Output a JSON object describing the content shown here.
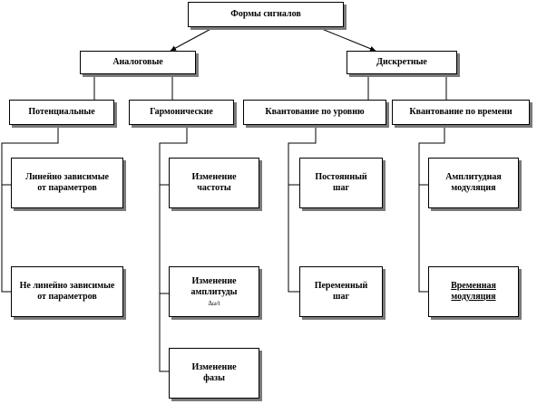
{
  "diagram": {
    "root": "Формы сигналов",
    "analog": "Аналоговые",
    "discrete": "Дискретные",
    "potential": "Потенциальные",
    "harmonic": "Гармонические",
    "level_quant": "Квантование по уровню",
    "time_quant": "Квантование по времени",
    "linear_l1": "Линейно зависимые",
    "linear_l2": "от параметров",
    "nonlinear_l1": "Не линейно зависимые",
    "nonlinear_l2": "от параметров",
    "freq_l1": "Изменение",
    "freq_l2": "частоты",
    "amp_l1": "Изменение",
    "amp_l2": "амплитуды",
    "amp_note": "Δω/t",
    "phase_l1": "Изменение",
    "phase_l2": "фазы",
    "const_step_l1": "Постоянный",
    "const_step_l2": "шаг",
    "var_step_l1": "Переменный",
    "var_step_l2": "шаг",
    "amp_mod_l1": "Амплитудная",
    "amp_mod_l2": "модуляция",
    "time_mod_l1": "Временная",
    "time_mod_l2": "модуляция"
  }
}
